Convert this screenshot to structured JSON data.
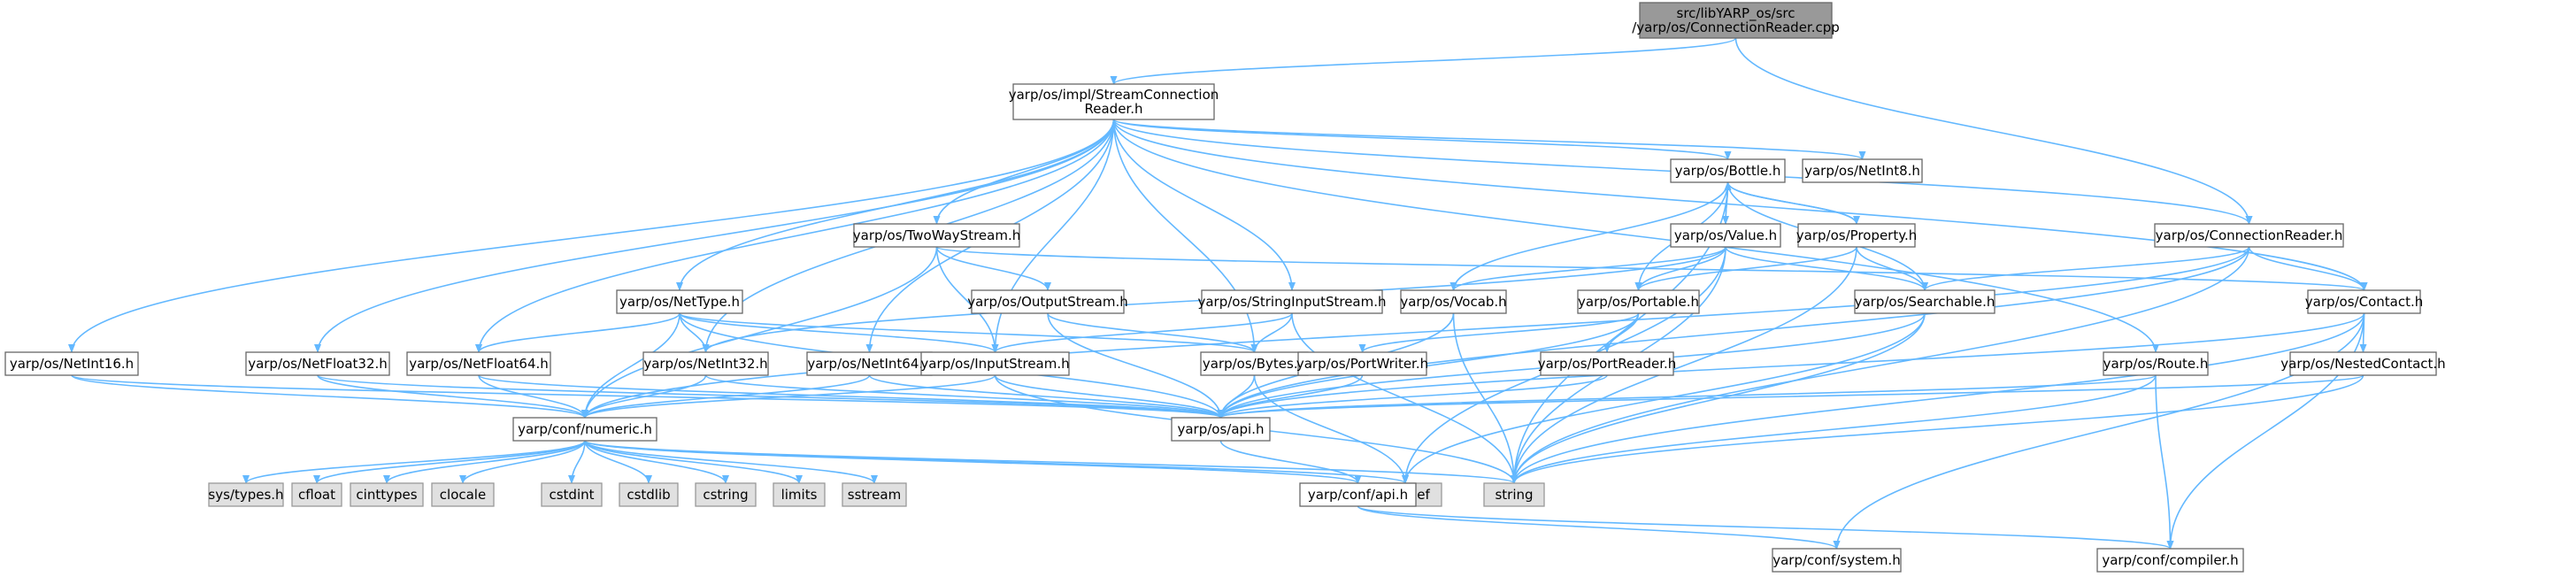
{
  "diagram": {
    "edge_color": "#63b8ff",
    "arrow_color": "#63b8ff",
    "root_fill": "#999999",
    "node_fill": "#ffffff",
    "external_fill": "#e0e0e0",
    "nodes": [
      {
        "id": "root",
        "lines": [
          "src/libYARP_os/src",
          "/yarp/os/ConnectionReader.cpp"
        ],
        "kind": "root"
      },
      {
        "id": "scr",
        "lines": [
          "yarp/os/impl/StreamConnection",
          "Reader.h"
        ],
        "kind": "normal"
      },
      {
        "id": "bottle",
        "lines": [
          "yarp/os/Bottle.h"
        ],
        "kind": "normal"
      },
      {
        "id": "netint8",
        "lines": [
          "yarp/os/NetInt8.h"
        ],
        "kind": "normal"
      },
      {
        "id": "connreader",
        "lines": [
          "yarp/os/ConnectionReader.h"
        ],
        "kind": "normal"
      },
      {
        "id": "twoway",
        "lines": [
          "yarp/os/TwoWayStream.h"
        ],
        "kind": "normal"
      },
      {
        "id": "value",
        "lines": [
          "yarp/os/Value.h"
        ],
        "kind": "normal"
      },
      {
        "id": "property",
        "lines": [
          "yarp/os/Property.h"
        ],
        "kind": "normal"
      },
      {
        "id": "nettype",
        "lines": [
          "yarp/os/NetType.h"
        ],
        "kind": "normal"
      },
      {
        "id": "outstream",
        "lines": [
          "yarp/os/OutputStream.h"
        ],
        "kind": "normal"
      },
      {
        "id": "strinput",
        "lines": [
          "yarp/os/StringInputStream.h"
        ],
        "kind": "normal"
      },
      {
        "id": "vocab",
        "lines": [
          "yarp/os/Vocab.h"
        ],
        "kind": "normal"
      },
      {
        "id": "portable",
        "lines": [
          "yarp/os/Portable.h"
        ],
        "kind": "normal"
      },
      {
        "id": "searchable",
        "lines": [
          "yarp/os/Searchable.h"
        ],
        "kind": "normal"
      },
      {
        "id": "contact",
        "lines": [
          "yarp/os/Contact.h"
        ],
        "kind": "normal"
      },
      {
        "id": "netint16",
        "lines": [
          "yarp/os/NetInt16.h"
        ],
        "kind": "normal"
      },
      {
        "id": "netfloat32",
        "lines": [
          "yarp/os/NetFloat32.h"
        ],
        "kind": "normal"
      },
      {
        "id": "netfloat64",
        "lines": [
          "yarp/os/NetFloat64.h"
        ],
        "kind": "normal"
      },
      {
        "id": "netint32",
        "lines": [
          "yarp/os/NetInt32.h"
        ],
        "kind": "normal"
      },
      {
        "id": "netint64",
        "lines": [
          "yarp/os/NetInt64.h"
        ],
        "kind": "normal"
      },
      {
        "id": "inputstream",
        "lines": [
          "yarp/os/InputStream.h"
        ],
        "kind": "normal"
      },
      {
        "id": "bytes",
        "lines": [
          "yarp/os/Bytes.h"
        ],
        "kind": "normal"
      },
      {
        "id": "portwriter",
        "lines": [
          "yarp/os/PortWriter.h"
        ],
        "kind": "normal"
      },
      {
        "id": "portreader",
        "lines": [
          "yarp/os/PortReader.h"
        ],
        "kind": "normal"
      },
      {
        "id": "route",
        "lines": [
          "yarp/os/Route.h"
        ],
        "kind": "normal"
      },
      {
        "id": "nestedcontact",
        "lines": [
          "yarp/os/NestedContact.h"
        ],
        "kind": "normal"
      },
      {
        "id": "numeric",
        "lines": [
          "yarp/conf/numeric.h"
        ],
        "kind": "normal"
      },
      {
        "id": "osapi",
        "lines": [
          "yarp/os/api.h"
        ],
        "kind": "normal"
      },
      {
        "id": "systypes",
        "lines": [
          "sys/types.h"
        ],
        "kind": "external"
      },
      {
        "id": "cfloat",
        "lines": [
          "cfloat"
        ],
        "kind": "external"
      },
      {
        "id": "cinttypes",
        "lines": [
          "cinttypes"
        ],
        "kind": "external"
      },
      {
        "id": "clocale",
        "lines": [
          "clocale"
        ],
        "kind": "external"
      },
      {
        "id": "cstdint",
        "lines": [
          "cstdint"
        ],
        "kind": "external"
      },
      {
        "id": "cstdlib",
        "lines": [
          "cstdlib"
        ],
        "kind": "external"
      },
      {
        "id": "cstring",
        "lines": [
          "cstring"
        ],
        "kind": "external"
      },
      {
        "id": "limits",
        "lines": [
          "limits"
        ],
        "kind": "external"
      },
      {
        "id": "sstream",
        "lines": [
          "sstream"
        ],
        "kind": "external"
      },
      {
        "id": "cstddef",
        "lines": [
          "cstddef"
        ],
        "kind": "external"
      },
      {
        "id": "string",
        "lines": [
          "string"
        ],
        "kind": "external"
      },
      {
        "id": "confapi",
        "lines": [
          "yarp/conf/api.h"
        ],
        "kind": "normal"
      },
      {
        "id": "system",
        "lines": [
          "yarp/conf/system.h"
        ],
        "kind": "normal"
      },
      {
        "id": "compiler",
        "lines": [
          "yarp/conf/compiler.h"
        ],
        "kind": "normal"
      }
    ],
    "edges": [
      [
        "root",
        "scr"
      ],
      [
        "root",
        "connreader"
      ],
      [
        "scr",
        "bottle"
      ],
      [
        "scr",
        "netint8"
      ],
      [
        "scr",
        "connreader"
      ],
      [
        "scr",
        "twoway"
      ],
      [
        "scr",
        "nettype"
      ],
      [
        "scr",
        "strinput"
      ],
      [
        "scr",
        "contact"
      ],
      [
        "scr",
        "netint16"
      ],
      [
        "scr",
        "netfloat32"
      ],
      [
        "scr",
        "netfloat64"
      ],
      [
        "scr",
        "netint32"
      ],
      [
        "scr",
        "netint64"
      ],
      [
        "scr",
        "inputstream"
      ],
      [
        "scr",
        "bytes"
      ],
      [
        "scr",
        "route"
      ],
      [
        "bottle",
        "value"
      ],
      [
        "bottle",
        "property"
      ],
      [
        "bottle",
        "vocab"
      ],
      [
        "bottle",
        "portable"
      ],
      [
        "bottle",
        "searchable"
      ],
      [
        "bottle",
        "string"
      ],
      [
        "value",
        "bottle"
      ],
      [
        "value",
        "vocab"
      ],
      [
        "value",
        "portable"
      ],
      [
        "value",
        "searchable"
      ],
      [
        "value",
        "string"
      ],
      [
        "value",
        "cstddef"
      ],
      [
        "value",
        "netint32"
      ],
      [
        "property",
        "bottle"
      ],
      [
        "property",
        "portable"
      ],
      [
        "property",
        "searchable"
      ],
      [
        "property",
        "string"
      ],
      [
        "connreader",
        "contact"
      ],
      [
        "connreader",
        "searchable"
      ],
      [
        "connreader",
        "osapi"
      ],
      [
        "connreader",
        "string"
      ],
      [
        "connreader",
        "numeric"
      ],
      [
        "twoway",
        "outstream"
      ],
      [
        "twoway",
        "inputstream"
      ],
      [
        "twoway",
        "contact"
      ],
      [
        "twoway",
        "numeric"
      ],
      [
        "nettype",
        "netint32"
      ],
      [
        "nettype",
        "netfloat64"
      ],
      [
        "nettype",
        "bytes"
      ],
      [
        "nettype",
        "numeric"
      ],
      [
        "nettype",
        "inputstream"
      ],
      [
        "nettype",
        "osapi"
      ],
      [
        "outstream",
        "osapi"
      ],
      [
        "outstream",
        "bytes"
      ],
      [
        "strinput",
        "inputstream"
      ],
      [
        "strinput",
        "bytes"
      ],
      [
        "strinput",
        "string"
      ],
      [
        "vocab",
        "osapi"
      ],
      [
        "vocab",
        "string"
      ],
      [
        "portable",
        "portwriter"
      ],
      [
        "portable",
        "portreader"
      ],
      [
        "portable",
        "osapi"
      ],
      [
        "searchable",
        "osapi"
      ],
      [
        "searchable",
        "string"
      ],
      [
        "searchable",
        "cstddef"
      ],
      [
        "contact",
        "nestedcontact"
      ],
      [
        "contact",
        "osapi"
      ],
      [
        "contact",
        "string"
      ],
      [
        "contact",
        "system"
      ],
      [
        "contact",
        "compiler"
      ],
      [
        "netint16",
        "numeric"
      ],
      [
        "netint16",
        "osapi"
      ],
      [
        "netfloat32",
        "numeric"
      ],
      [
        "netfloat32",
        "osapi"
      ],
      [
        "netfloat64",
        "numeric"
      ],
      [
        "netfloat64",
        "osapi"
      ],
      [
        "netint32",
        "numeric"
      ],
      [
        "netint32",
        "osapi"
      ],
      [
        "netint64",
        "numeric"
      ],
      [
        "netint64",
        "osapi"
      ],
      [
        "inputstream",
        "numeric"
      ],
      [
        "inputstream",
        "osapi"
      ],
      [
        "inputstream",
        "string"
      ],
      [
        "bytes",
        "osapi"
      ],
      [
        "bytes",
        "cstddef"
      ],
      [
        "portwriter",
        "osapi"
      ],
      [
        "portreader",
        "osapi"
      ],
      [
        "route",
        "osapi"
      ],
      [
        "route",
        "string"
      ],
      [
        "route",
        "compiler"
      ],
      [
        "nestedcontact",
        "osapi"
      ],
      [
        "nestedcontact",
        "string"
      ],
      [
        "numeric",
        "systypes"
      ],
      [
        "numeric",
        "cfloat"
      ],
      [
        "numeric",
        "cinttypes"
      ],
      [
        "numeric",
        "clocale"
      ],
      [
        "numeric",
        "cstdint"
      ],
      [
        "numeric",
        "cstdlib"
      ],
      [
        "numeric",
        "cstring"
      ],
      [
        "numeric",
        "limits"
      ],
      [
        "numeric",
        "sstream"
      ],
      [
        "numeric",
        "cstddef"
      ],
      [
        "numeric",
        "string"
      ],
      [
        "numeric",
        "confapi"
      ],
      [
        "osapi",
        "confapi"
      ],
      [
        "confapi",
        "system"
      ],
      [
        "confapi",
        "compiler"
      ]
    ]
  }
}
